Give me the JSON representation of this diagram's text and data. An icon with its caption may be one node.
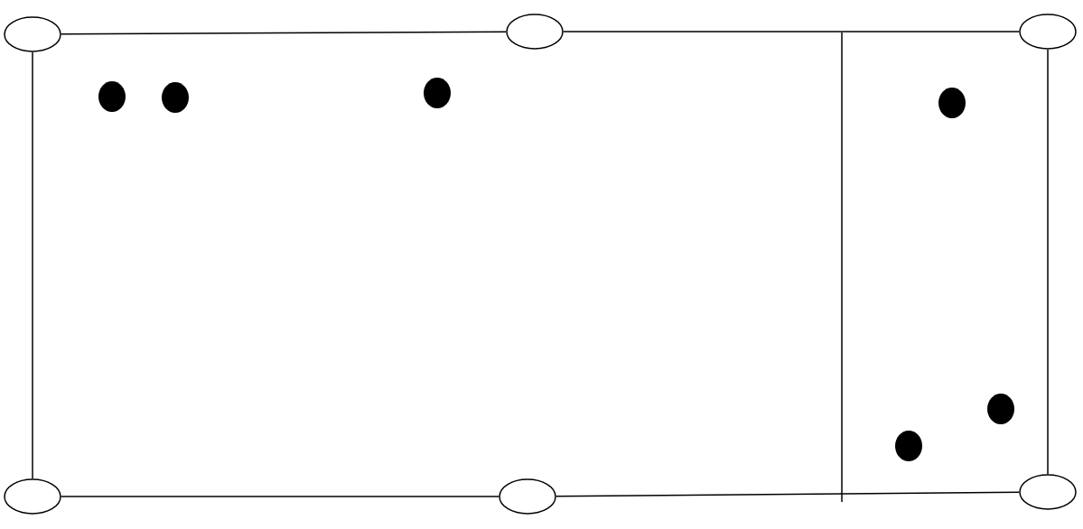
{
  "diagram": {
    "nodes": [
      {
        "text": [],
        "shape": "ellipse"
      },
      {
        "text": [],
        "shape": "ellipse"
      },
      {
        "text": [],
        "shape": "ellipse"
      },
      {
        "text": [],
        "shape": "ellipse"
      },
      {
        "text": [],
        "shape": "ellipse"
      },
      {
        "text": [],
        "shape": "ellipse"
      }
    ],
    "edges": [
      {
        "from": 0,
        "to": 1,
        "arrow": "none"
      },
      {
        "from": 1,
        "to": 2,
        "arrow": "none"
      },
      {
        "from": 2,
        "to": 5,
        "arrow": "none"
      },
      {
        "from": 5,
        "to": 4,
        "arrow": "none"
      },
      {
        "from": 4,
        "to": 3,
        "arrow": "none"
      },
      {
        "from": 3,
        "to": 0,
        "arrow": "none"
      }
    ]
  }
}
